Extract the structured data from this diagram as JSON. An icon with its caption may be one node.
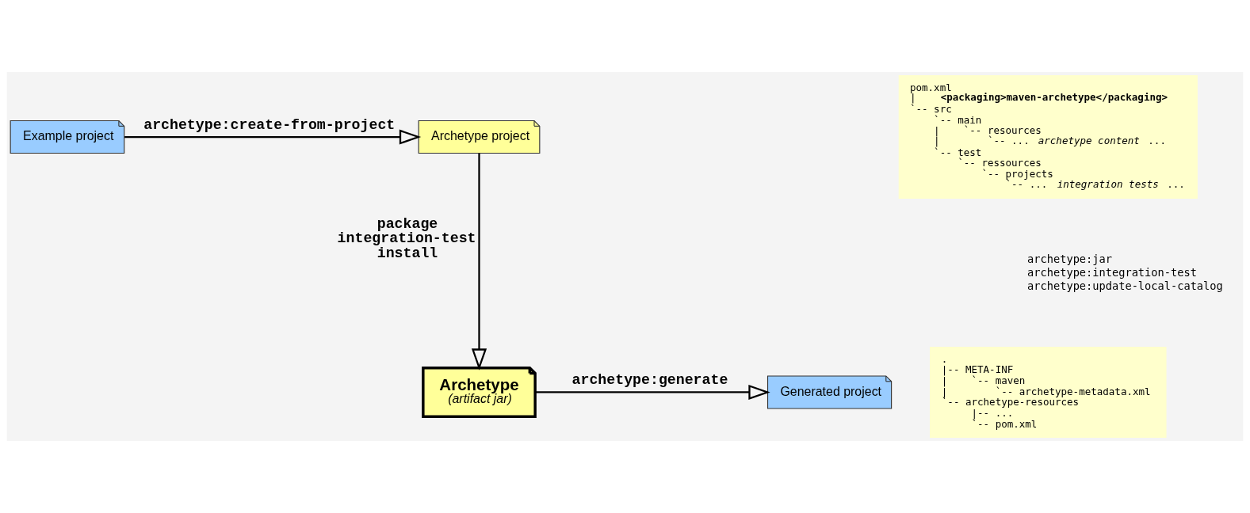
{
  "diagram": {
    "nodes": [
      {
        "text": [
          "Example project"
        ]
      },
      {
        "text": [
          "Archetype project"
        ]
      },
      {
        "text": [
          "pom.xml",
          "|    **<packaging>maven-archetype</packaging>**",
          "`-- src",
          "    `-- main",
          "    |    `-- resources",
          "    |        `-- ... *archetype content* ...",
          "    `-- test",
          "        `-- ressources",
          "            `-- projects",
          "                `-- ... *integration tests* ..."
        ]
      },
      {
        "text": [
          "Archetype",
          "(artifact jar)"
        ]
      },
      {
        "text": [
          "Generated project"
        ]
      },
      {
        "text": [
          ".",
          "|-- META-INF",
          "|    `-- maven",
          "|        `-- archetype-metadata.xml",
          "`-- archetype-resources",
          "     |-- ...",
          "     `-- pom.xml"
        ]
      }
    ],
    "edges": [
      {
        "from": 0,
        "to": 1,
        "arrow": "to",
        "label": "archetype:create-from-project"
      },
      {
        "from": 1,
        "to": 3,
        "arrow": "to",
        "label": "package integration-test install"
      },
      {
        "from": 3,
        "to": 4,
        "arrow": "to",
        "label": "archetype:generate"
      }
    ],
    "labels": [
      "archetype:jar",
      "archetype:integration-test",
      "archetype:update-local-catalog"
    ]
  }
}
